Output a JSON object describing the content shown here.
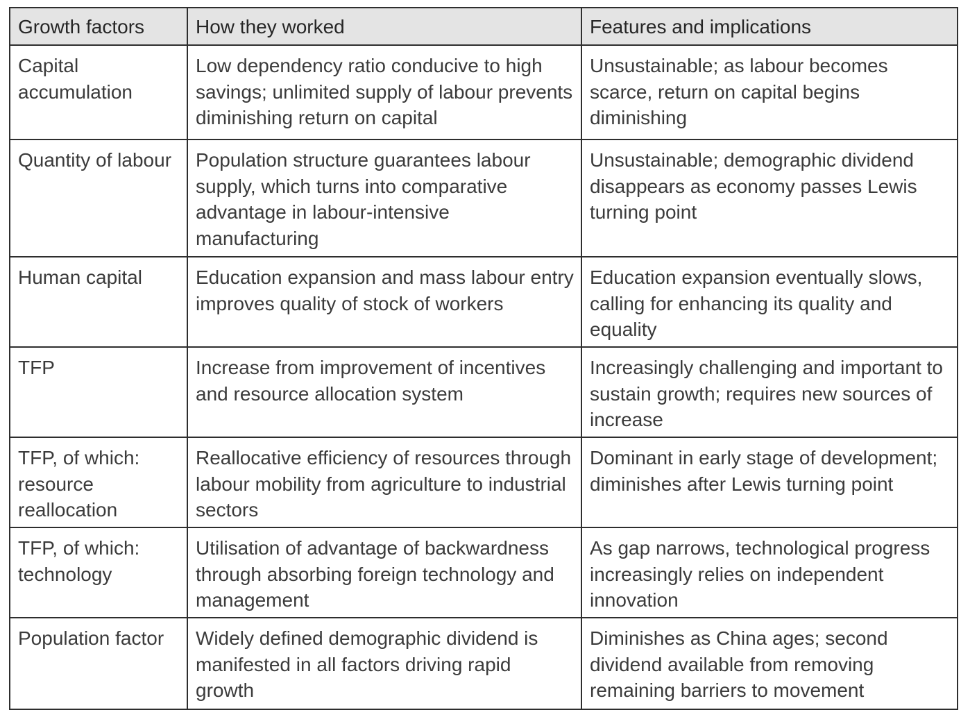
{
  "table": {
    "headers": [
      "Growth factors",
      "How they worked",
      "Features and implications"
    ],
    "rows": [
      {
        "factor": "Capital accumulation",
        "how": "Low dependency ratio conducive to high savings; unlimited supply of labour prevents diminishing return on capital",
        "features": "Unsustainable; as labour becomes scarce, return on capital begins diminishing"
      },
      {
        "factor": "Quantity of labour",
        "how": "Population structure guarantees labour supply, which turns into comparative advantage in labour-intensive manufacturing",
        "features": "Unsustainable; demographic dividend disappears as economy passes Lewis turning point"
      },
      {
        "factor": "Human capital",
        "how": "Education expansion and mass labour entry improves quality of stock of workers",
        "features": "Education expansion eventually slows, calling for enhancing its quality and equality"
      },
      {
        "factor": "TFP",
        "how": "Increase from improvement of incentives and resource allocation system",
        "features": "Increasingly challenging and important to sustain growth; requires new sources of increase"
      },
      {
        "factor": "TFP, of which: resource reallocation",
        "how": "Reallocative efficiency of resources through labour mobility from agriculture to industrial sectors",
        "features": "Dominant in early stage of development; diminishes after Lewis turning point"
      },
      {
        "factor": "TFP, of which: technology",
        "how": "Utilisation of advantage of backwardness through absorbing foreign technology and management",
        "features": "As gap narrows, technological progress increasingly relies on independent innovation"
      },
      {
        "factor": "Population factor",
        "how": "Widely defined demographic dividend is manifested in all factors driving rapid growth",
        "features": "Diminishes as China ages; second dividend available from removing remaining barriers to movement"
      }
    ]
  }
}
